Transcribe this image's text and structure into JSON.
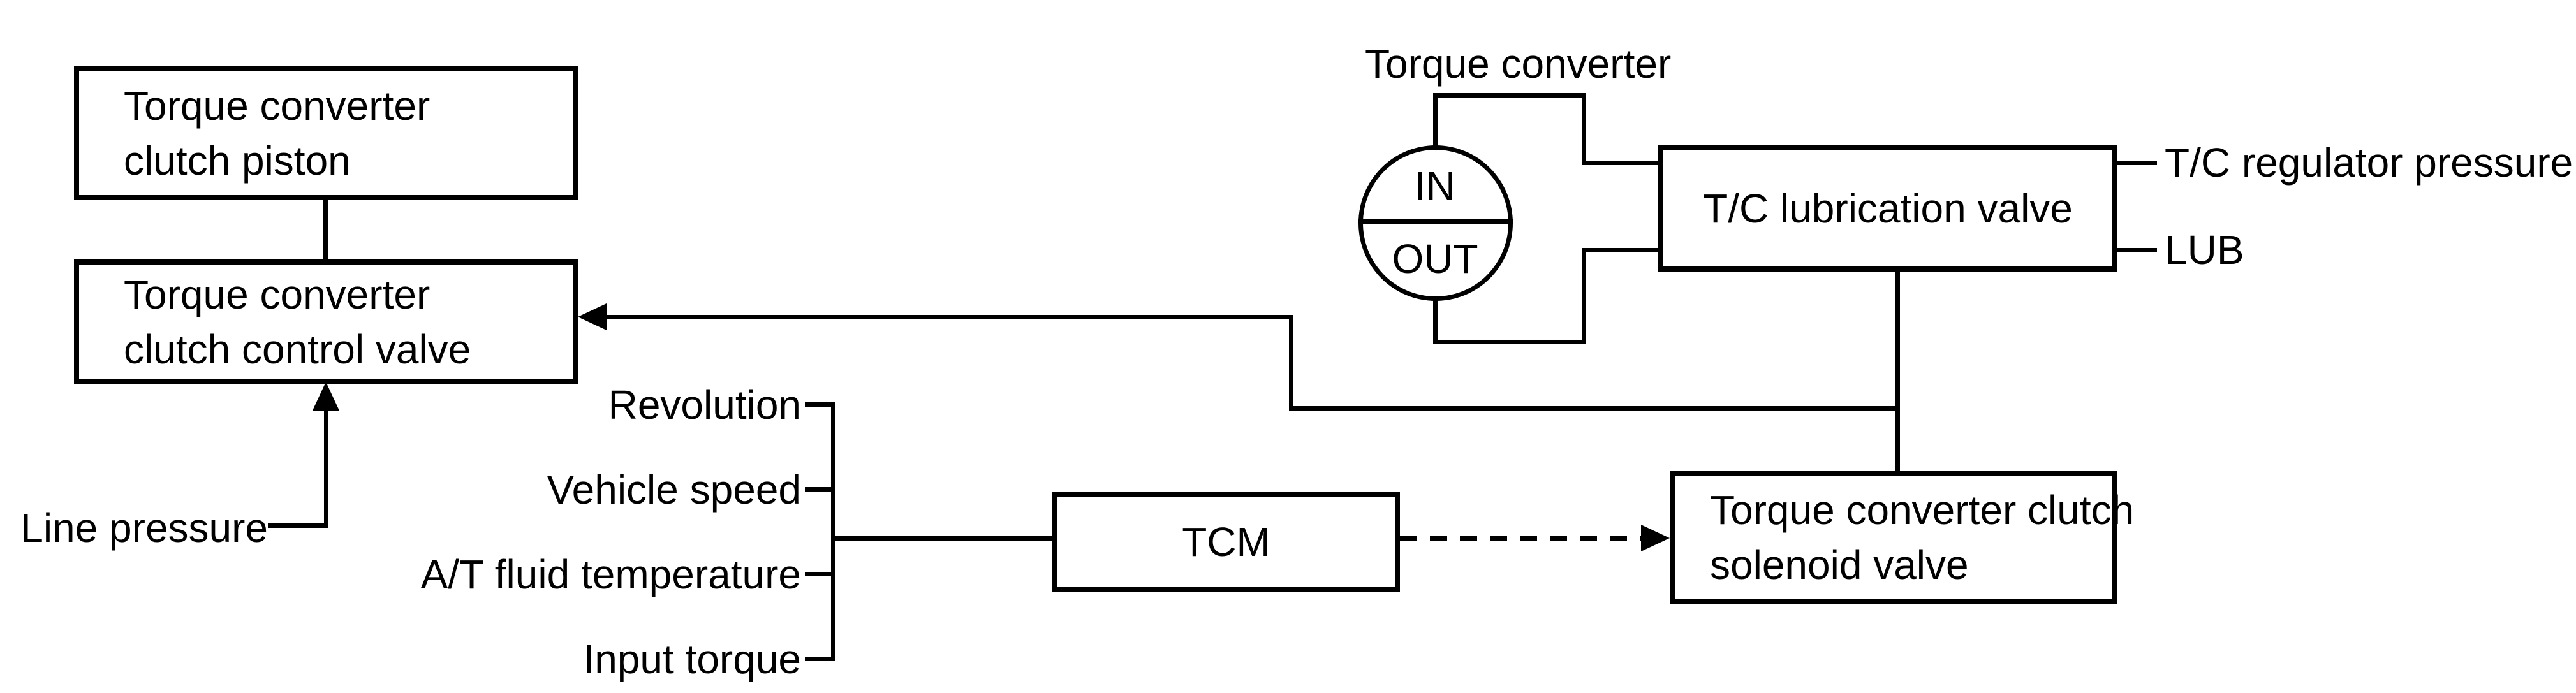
{
  "diagram": {
    "background_color": "#ffffff",
    "line_color": "#000000",
    "boxes": {
      "piston": {
        "line1": "Torque converter",
        "line2": "clutch piston"
      },
      "control_valve": {
        "line1": "Torque converter",
        "line2": "clutch control valve"
      },
      "tcm": {
        "label": "TCM"
      },
      "solenoid_valve": {
        "line1": "Torque converter clutch",
        "line2": "solenoid valve"
      },
      "lubrication_valve": {
        "label": "T/C lubrication valve"
      }
    },
    "torque_converter": {
      "title": "Torque converter",
      "port_in": "IN",
      "port_out": "OUT"
    },
    "tcm_inputs": [
      "Revolution",
      "Vehicle speed",
      "A/T fluid temperature",
      "Input torque"
    ],
    "side_labels": {
      "line_pressure": "Line pressure",
      "tc_regulator_pressure": "T/C regulator pressure",
      "lub": "LUB"
    }
  }
}
